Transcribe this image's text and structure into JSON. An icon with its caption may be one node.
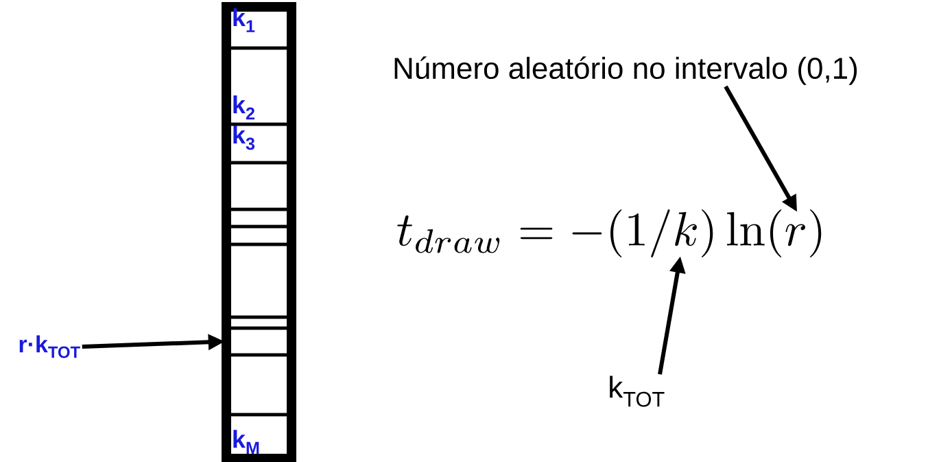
{
  "diagram": {
    "nodes": [
      {
        "text": [],
        "shape": "bar"
      },
      {
        "text": [
          "k$_{1}$"
        ],
        "in": 0
      },
      {
        "text": [
          "k$_{2}$"
        ],
        "in": 0
      },
      {
        "text": [
          "k$_{3}$"
        ],
        "in": 0
      },
      {
        "text": [],
        "shape": "box",
        "in": 0
      },
      {
        "text": [],
        "shape": "box",
        "in": 0
      },
      {
        "text": [],
        "shape": "box",
        "in": 0
      },
      {
        "text": [],
        "shape": "box",
        "in": 0
      },
      {
        "text": [],
        "shape": "box",
        "in": 0
      },
      {
        "text": [],
        "shape": "box",
        "in": 0
      },
      {
        "text": [],
        "shape": "box",
        "in": 0
      },
      {
        "text": [
          "k$_{M}$"
        ],
        "in": 0
      },
      {
        "text": [
          "r·k$_{TOT}$"
        ]
      },
      {
        "text": [
          "Número aleatório no intervalo (0,1)"
        ]
      },
      {
        "text": [
          "t_{draw} = -(1/k)\\ln(r)"
        ]
      },
      {
        "text": [
          "k$_{TOT}$"
        ]
      }
    ],
    "edges": [
      {
        "from": 12,
        "to": 9,
        "arrow": "to"
      },
      {
        "from": 13,
        "to": 14,
        "arrow": "to"
      },
      {
        "from": 15,
        "to": 14,
        "arrow": "to"
      }
    ]
  }
}
